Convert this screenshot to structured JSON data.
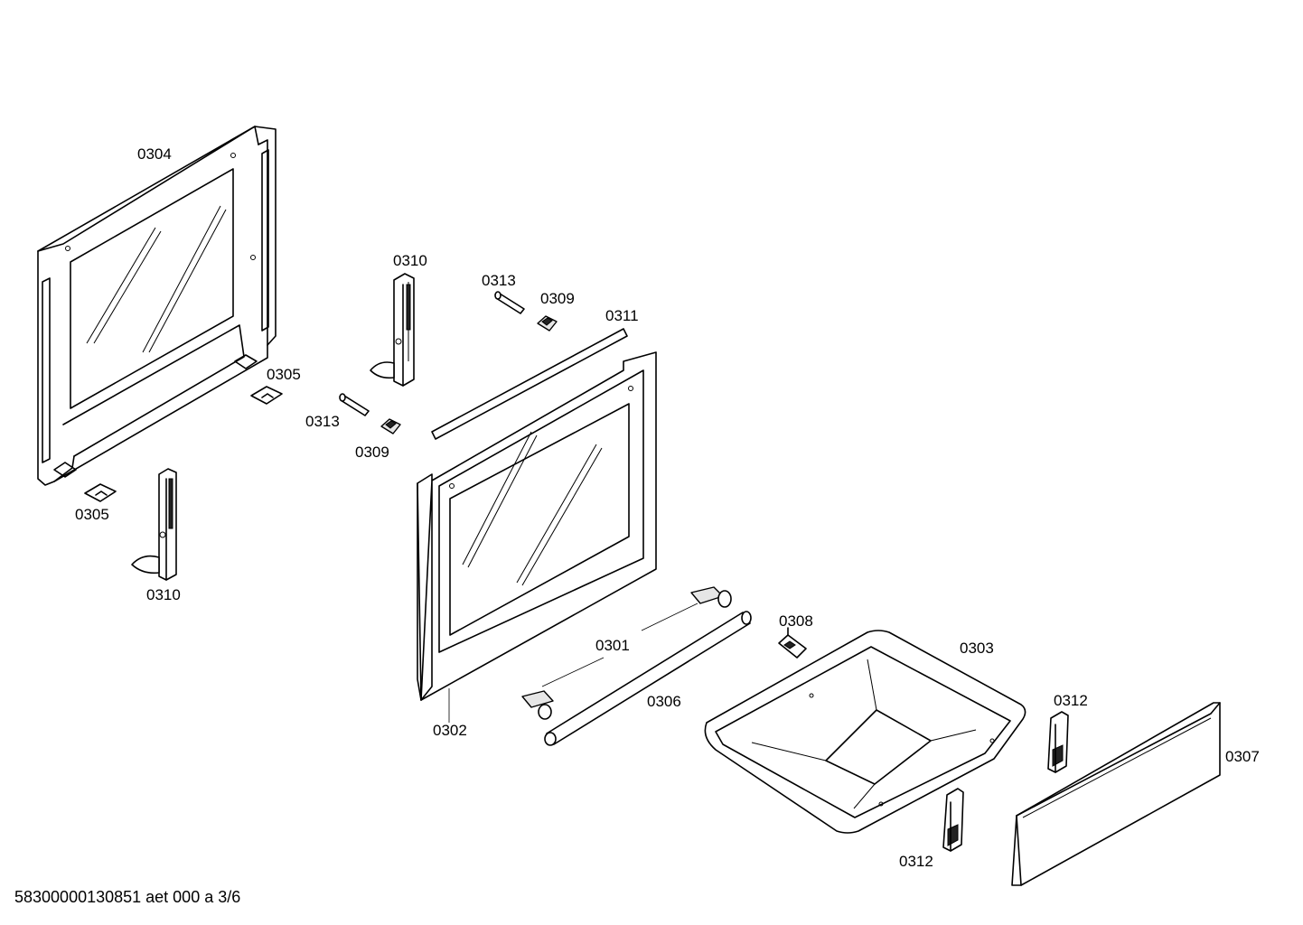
{
  "diagram": {
    "part_labels": {
      "p0304": "0304",
      "p0305_top": "0305",
      "p0305_bottom": "0305",
      "p0310_top": "0310",
      "p0310_bottom": "0310",
      "p0313_top": "0313",
      "p0313_bottom": "0313",
      "p0309_top": "0309",
      "p0309_bottom": "0309",
      "p0311": "0311",
      "p0302": "0302",
      "p0301": "0301",
      "p0306": "0306",
      "p0308": "0308",
      "p0303": "0303",
      "p0312_top": "0312",
      "p0312_bottom": "0312",
      "p0307": "0307"
    },
    "footer": "58300000130851 aet 000 a 3/6"
  }
}
